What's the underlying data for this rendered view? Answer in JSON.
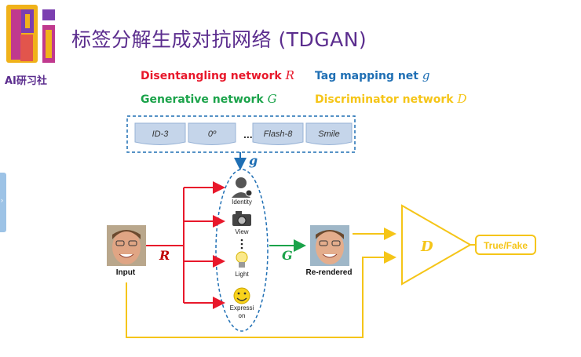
{
  "logo": {
    "letters": "Ri",
    "caption": "AI研习社"
  },
  "title": "标签分解生成对抗网络 (TDGAN)",
  "legend": [
    {
      "id": "disentangling",
      "label": "Disentangling network",
      "symbol": "R",
      "color": "#e8182b"
    },
    {
      "id": "tagmap",
      "label": "Tag mapping net",
      "symbol": "g",
      "color": "#1f6fb4"
    },
    {
      "id": "generative",
      "label": "Generative network",
      "symbol": "G",
      "color": "#1ba34a"
    },
    {
      "id": "discriminator",
      "label": "Discriminator network",
      "symbol": "D",
      "color": "#f5c518"
    }
  ],
  "tags": [
    "ID-3",
    "0º",
    "...",
    "Flash-8",
    "Smile"
  ],
  "arrow_labels": {
    "g": "g",
    "R": "R",
    "G": "G",
    "D": "D"
  },
  "attributes": [
    {
      "icon": "identity-icon",
      "label": "Identity"
    },
    {
      "icon": "camera-icon",
      "label": "View"
    },
    {
      "icon": "light-bulb-icon",
      "label": "Light"
    },
    {
      "icon": "smiley-icon",
      "label": "Expressi\non"
    }
  ],
  "input_label": "Input",
  "output_label": "Re-rendered",
  "discriminator_output": "True/Fake",
  "colors": {
    "title": "#5b2d8e",
    "red": "#e8182b",
    "blue": "#1f6fb4",
    "green": "#1ba34a",
    "yellow": "#f5c518",
    "tag_fill": "#c5d5ea"
  }
}
